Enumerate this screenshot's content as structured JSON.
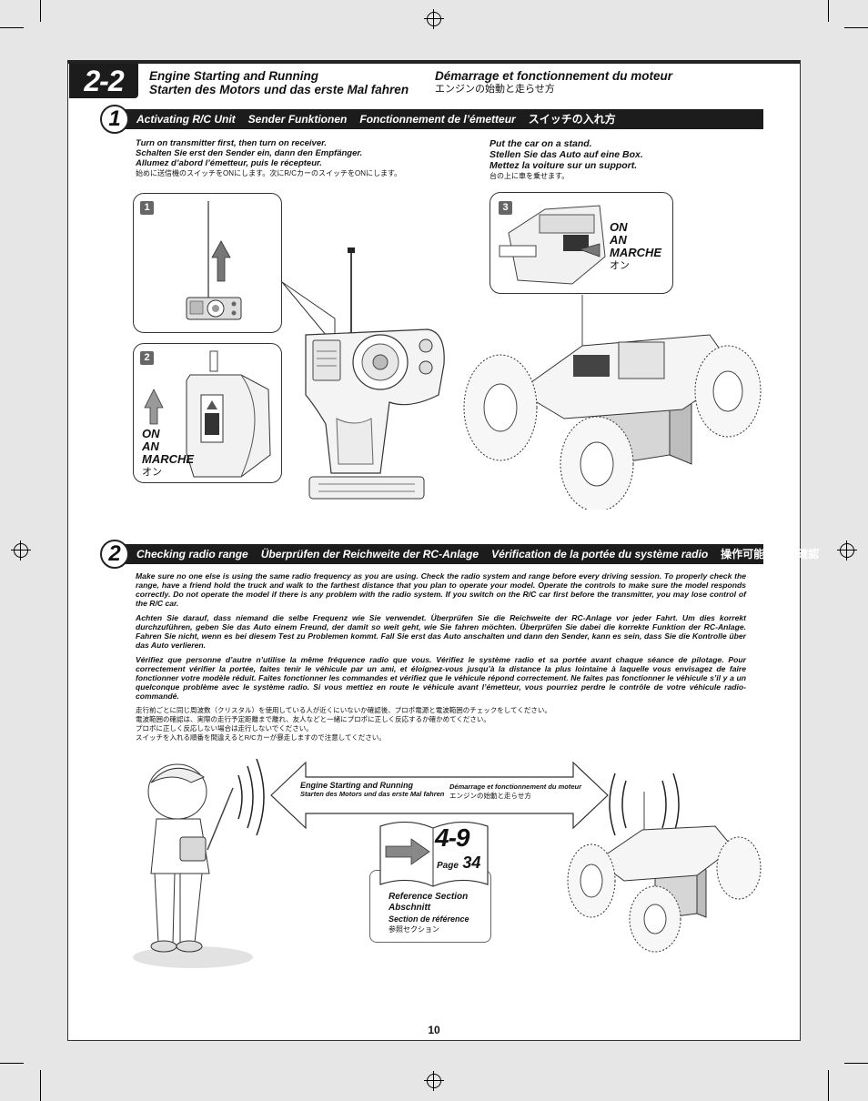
{
  "header": {
    "section_number": "2-2",
    "title_en": "Engine Starting and Running",
    "title_de": "Starten des Motors und das erste Mal fahren",
    "title_fr": "Démarrage et fonctionnement du moteur",
    "title_jp": "エンジンの始動と走らせ方"
  },
  "step1": {
    "number": "1",
    "bar": [
      "Activating R/C Unit",
      "Sender Funktionen",
      "Fonctionnement de l’émetteur",
      "スイッチの入れ方"
    ],
    "left_text": [
      "Turn on transmitter first, then turn on receiver.",
      "Schalten Sie erst den Sender ein, dann den Empfänger.",
      "Allumez d’abord l’émetteur, puis le récepteur."
    ],
    "left_text_jp": "始めに送信機のスイッチをONにします。次にR/CカーのスイッチをONにします。",
    "right_text": [
      "Put the car on a stand.",
      "Stellen Sie das Auto auf eine Box.",
      "Mettez la voiture sur un support."
    ],
    "right_text_jp": "台の上に車を乗せます。",
    "panel1_label": "1",
    "panel2_label": "2",
    "panel3_label": "3",
    "on_labels": [
      "ON",
      "AN",
      "MARCHE"
    ],
    "on_label_jp": "オン"
  },
  "step2": {
    "number": "2",
    "bar": [
      "Checking radio range",
      "Überprüfen der Reichweite der RC-Anlage",
      "Vérification de la portée du système radio",
      "操作可能範囲の確認"
    ],
    "para_en": "Make sure no one else is using the same radio frequency as you are using. Check the radio system and range before every driving session. To properly check the range, have a friend hold the truck and walk to the farthest distance that you plan to operate your model. Operate the controls to make sure the model responds correctly. Do not operate the model if there is any problem with the radio system. If you switch on the R/C car first before the transmitter, you may lose control of the R/C car.",
    "para_de": "Achten Sie darauf, dass niemand die selbe Frequenz wie Sie verwendet. Überprüfen Sie die Reichweite der RC-Anlage vor jeder Fahrt. Um dies korrekt durchzuführen, geben Sie das Auto einem Freund, der damit so weit geht, wie Sie fahren möchten. Überprüfen Sie dabei die korrekte Funktion der RC-Anlage. Fahren Sie nicht, wenn es bei diesem Test zu Problemen kommt. Fall Sie erst das Auto anschalten und dann den Sender, kann es sein, dass Sie die Kontrolle über das Auto verlieren.",
    "para_fr": "Vérifiez que personne d’autre n’utilise la même fréquence radio que vous. Vérifiez le système radio et sa portée avant chaque séance de pilotage. Pour correctement vérifier la portée, faites tenir le véhicule par un ami, et éloignez-vous jusqu’à la distance la plus lointaine à laquelle vous envisagez de faire fonctionner votre modèle réduit. Faites fonctionner les commandes et vérifiez que le véhicule répond correctement. Ne faites pas fonctionner le véhicule s’il y a un quelconque problème avec le système radio. Si vous mettiez en route le véhicule avant l’émetteur, vous pourriez perdre le contrôle de votre véhicule radio-commandé.",
    "para_jp": [
      "走行前ごとに同じ周波数（クリスタル）を使用している人が近くにいないか確認後、プロポ電源と電波範囲のチェックをしてください。",
      "電波範囲の確認は、実際の走行予定距離まで離れ、友人などと一緒にプロポに正しく反応するか確かめてください。",
      "プロポに正しく反応しない場合は走行しないでください。",
      "スイッチを入れる順番を間違えるとR/Cカーが暴走しますので注意してください。"
    ],
    "arrow_en": "Engine Starting and Running",
    "arrow_de": "Starten des Motors und das erste Mal fahren",
    "arrow_fr": "Démarrage et fonctionnement du moteur",
    "arrow_jp": "エンジンの始動と走らせ方",
    "ref_section": "4-9",
    "ref_page_word": "Page",
    "ref_page_num": "34",
    "ref_en": "Reference Section",
    "ref_de": "Abschnitt",
    "ref_fr": "Section de référence",
    "ref_jp": "参照セクション"
  },
  "footer": {
    "page_number": "10"
  }
}
